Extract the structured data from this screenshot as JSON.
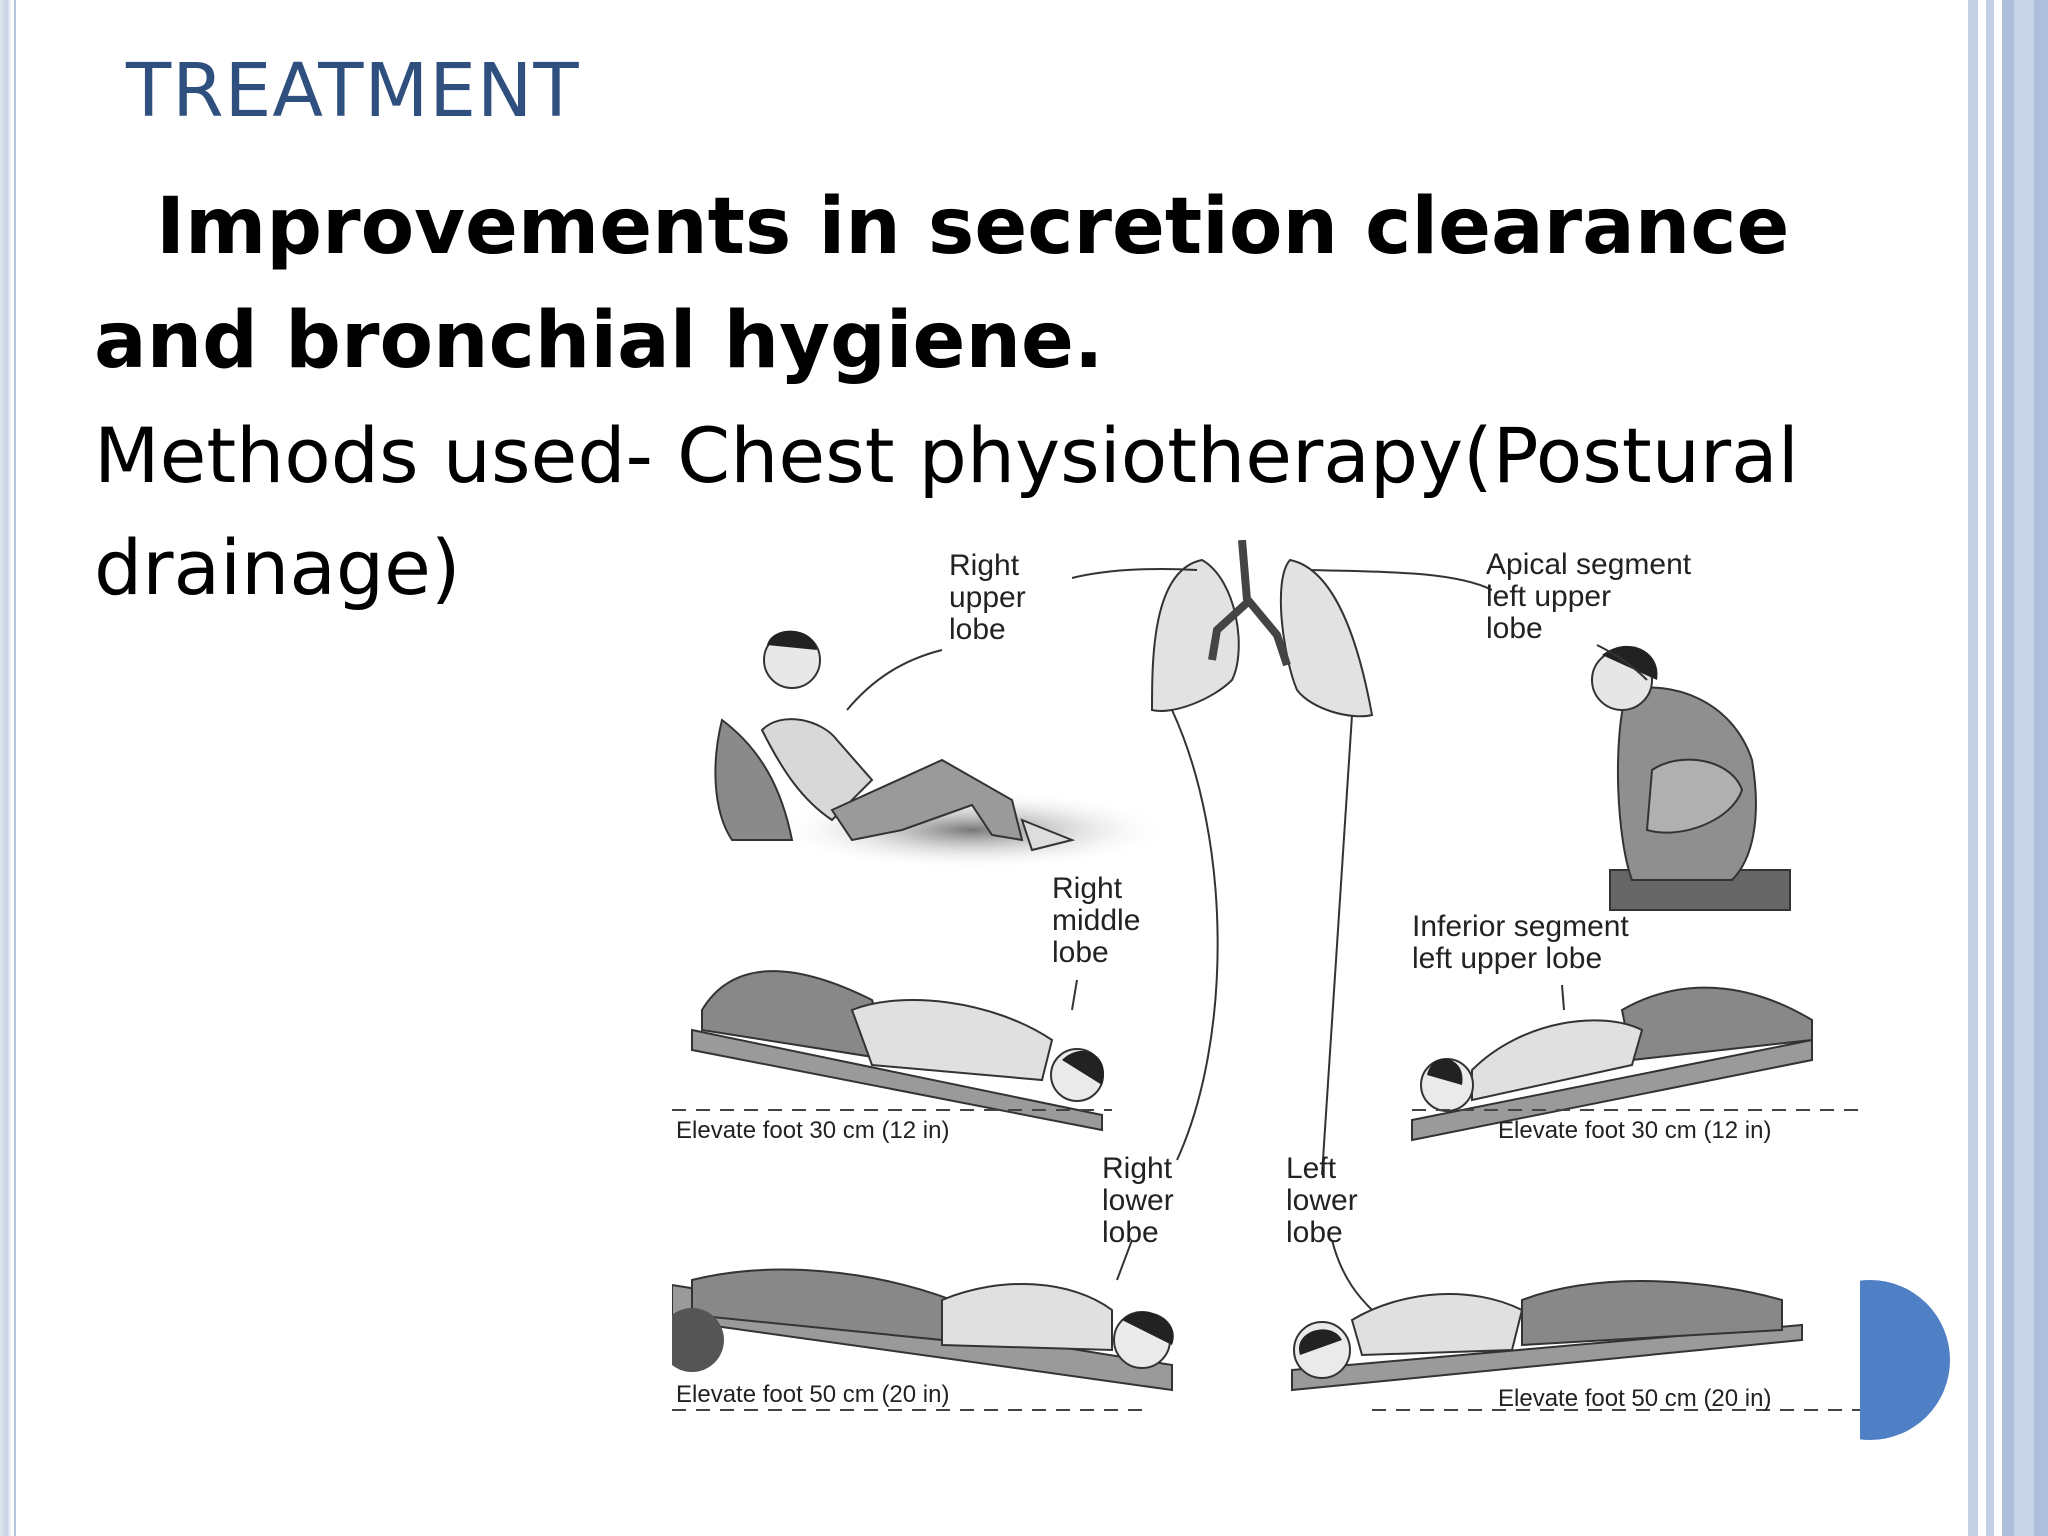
{
  "slide": {
    "title": "TREATMENT",
    "subtitle": "Improvements in secretion clearance and bronchial  hygiene.",
    "methods": "Methods used- Chest physiotherapy(Postural drainage)"
  },
  "figure": {
    "labels": {
      "right_upper": [
        "Right",
        "upper",
        "lobe"
      ],
      "apical": [
        "Apical segment",
        "left upper",
        "lobe"
      ],
      "right_middle": [
        "Right",
        "middle",
        "lobe"
      ],
      "inferior": [
        "Inferior segment",
        "left upper lobe"
      ],
      "right_lower": [
        "Right",
        "lower",
        "lobe"
      ],
      "left_lower": [
        "Left",
        "lower",
        "lobe"
      ]
    },
    "captions": {
      "c1": "Elevate foot 30 cm (12 in)",
      "c2": "Elevate foot 30 cm (12 in)",
      "c3": "Elevate foot 50 cm (20 in)",
      "c4": "Elevate foot 50 cm (20 in)"
    }
  },
  "colors": {
    "title": "#2f4f7f",
    "accent": "#4f7fc4",
    "frame": "#c3cfe3"
  }
}
